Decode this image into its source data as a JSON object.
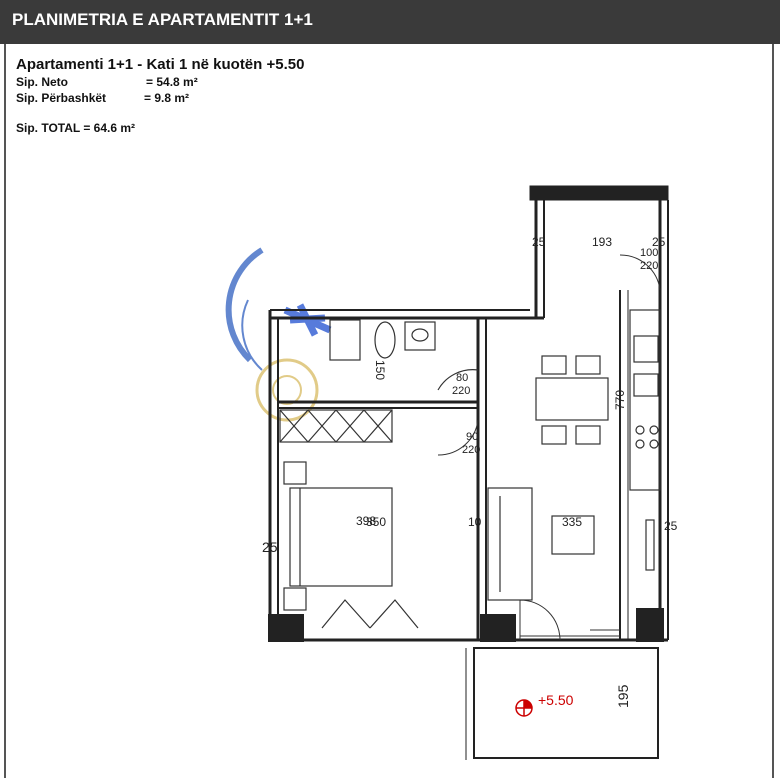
{
  "header": {
    "title": "PLANIMETRIA E APARTAMENTIT 1+1"
  },
  "info": {
    "subtitle": "Apartamenti  1+1 - Kati 1 në kuotën +5.50",
    "neto_label": "Sip. Neto",
    "neto_value": "= 54.8 m²",
    "common_label": "Sip. Përbashkët",
    "common_value": "= 9.8 m²",
    "total": "Sip. TOTAL = 64.6 m²"
  },
  "plan": {
    "dims": {
      "d25_top": "25",
      "d193": "193",
      "d25_top_r": "25",
      "door_main_w": "100",
      "door_main_h": "220",
      "d150": "150",
      "door_bath_w": "80",
      "door_bath_h": "220",
      "door_bed_w": "90",
      "door_bed_h": "220",
      "d770": "770",
      "d398": "398",
      "d350": "350",
      "d10": "10",
      "d335": "335",
      "d25_left": "25",
      "d25_right": "25",
      "d195": "195",
      "level": "+5.50"
    }
  }
}
